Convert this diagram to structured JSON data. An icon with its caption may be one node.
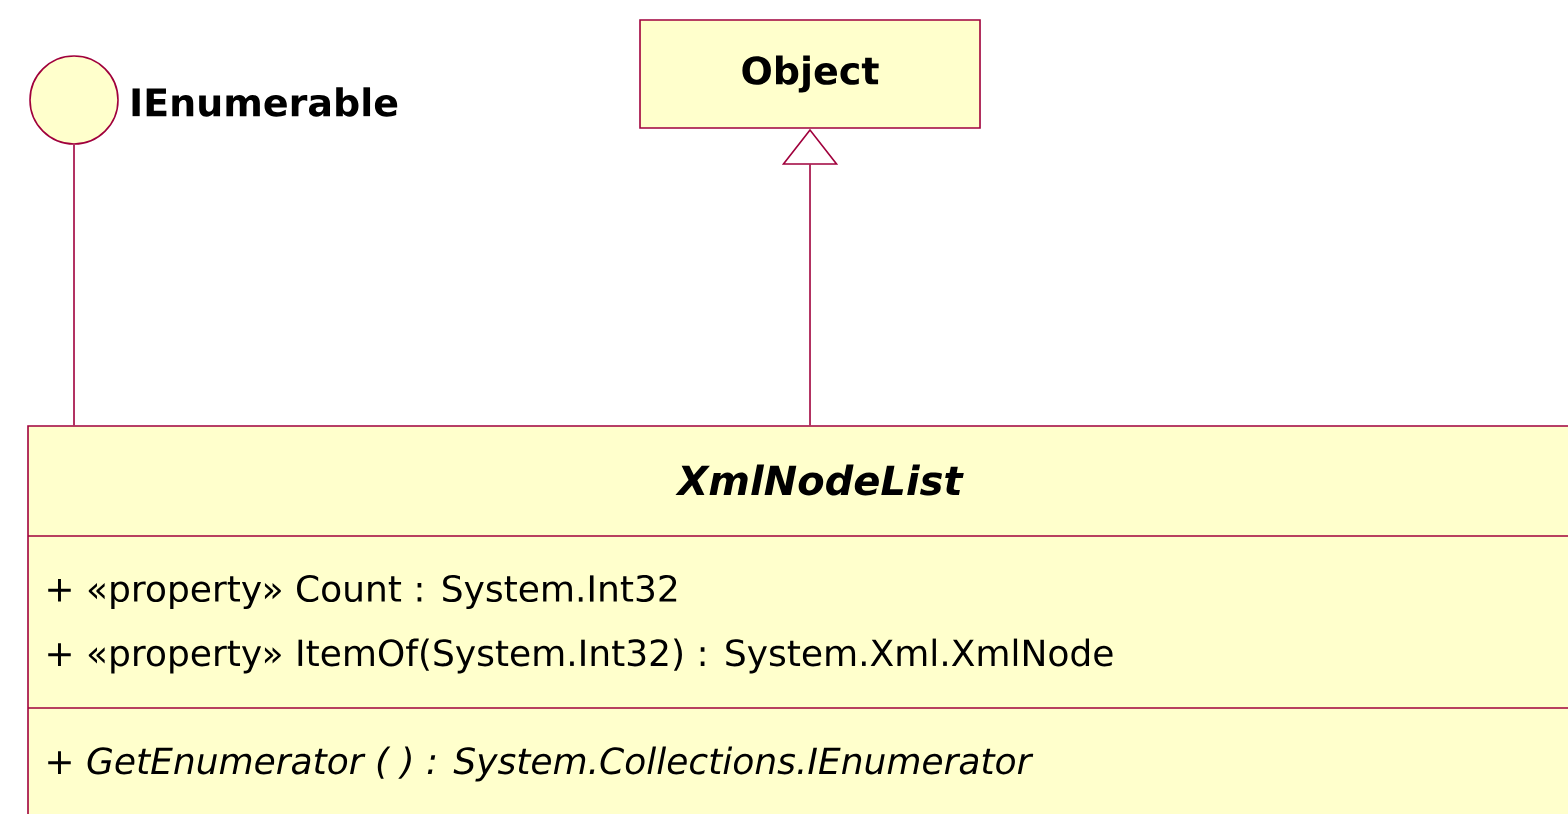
{
  "diagram": {
    "nodes": [
      {
        "text": [
          "IEnumerable"
        ]
      },
      {
        "text": [
          "Object"
        ]
      },
      {
        "text": [
          "XmlNodeList",
          "+ «property» Count : System.Int32",
          "+ «property» ItemOf(System.Int32) : System.Xml.XmlNode",
          "+ GetEnumerator ( ) : System.Collections.IEnumerator"
        ]
      }
    ],
    "edges": [
      {
        "from": 2,
        "to": 0,
        "arrow": "none"
      },
      {
        "from": 2,
        "to": 1,
        "arrow": "to"
      }
    ]
  }
}
